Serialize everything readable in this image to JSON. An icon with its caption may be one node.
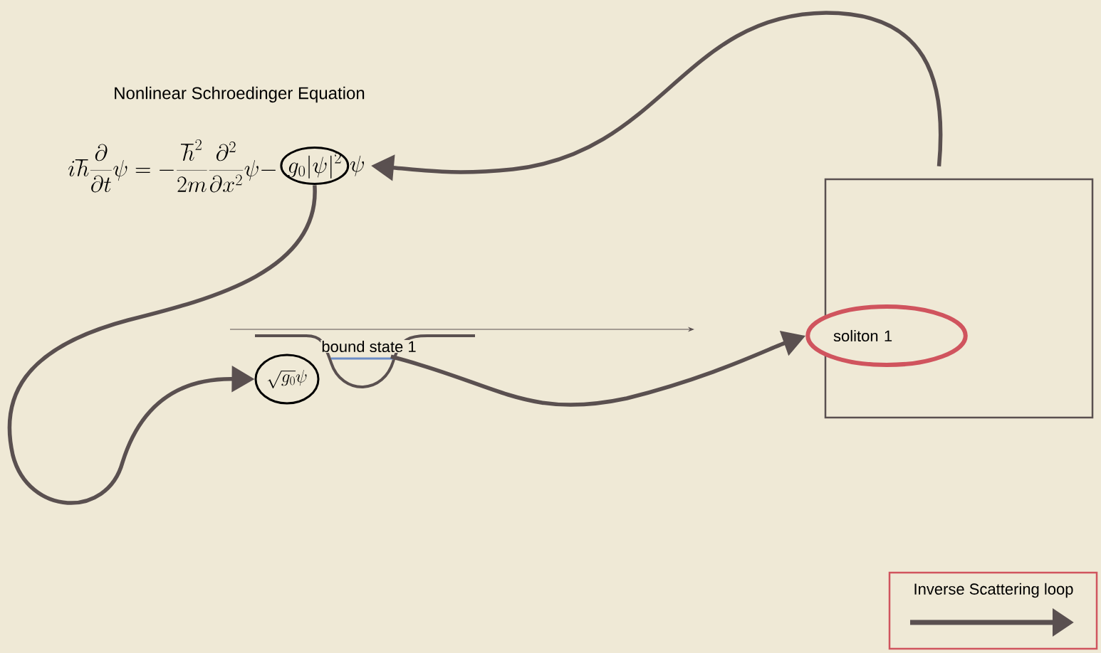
{
  "diagram": {
    "title": "Nonlinear Schroedinger Equation",
    "nodes": [
      {
        "text": [
          "i\\hbar\\frac{\\partial}{\\partial t}\\psi=-\\frac{\\hbar^2}{2m}\\frac{\\partial^2}{\\partial x^2}\\psi-"
        ]
      },
      {
        "text": [
          "g_0|\\psi|^2"
        ]
      },
      {
        "text": [
          "\\psi"
        ]
      },
      {
        "text": [
          "\\sqrt{g_0}\\psi"
        ]
      },
      {
        "text": [
          "bound state 1"
        ]
      },
      {
        "text": [],
        "shape": "box"
      },
      {
        "text": [
          "soliton 1"
        ],
        "in": 5
      }
    ],
    "edges": [
      {
        "from": 5,
        "to": 2,
        "arrow": "to"
      },
      {
        "from": 1,
        "to": 3,
        "arrow": "to"
      },
      {
        "from": 4,
        "to": 6,
        "arrow": "to"
      }
    ],
    "legend": [
      {
        "text": "Inverse Scattering loop"
      }
    ]
  }
}
